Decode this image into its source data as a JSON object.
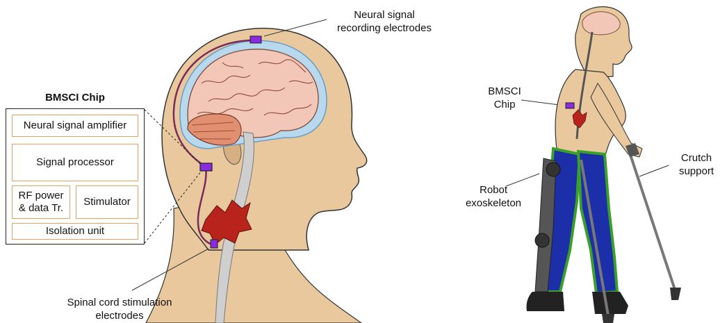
{
  "labels": {
    "neural_recording": "Neural signal\nrecording electrodes",
    "spinal_stimulation": "Spinal cord stimulation\nelectrodes",
    "bmsci_chip_right": "BMSCI\nChip",
    "robot_exoskeleton": "Robot\nexoskeleton",
    "crutch_support": "Crutch\nsupport"
  },
  "chip": {
    "title": "BMSCI Chip",
    "blocks": {
      "amplifier": "Neural signal amplifier",
      "processor": "Signal processor",
      "rf": "RF power\n& data Tr.",
      "stimulator": "Stimulator",
      "isolation": "Isolation unit"
    }
  },
  "colors": {
    "skin": "#e8c89c",
    "skin_shadow": "#d6b082",
    "brain": "#f3c7b8",
    "cerebellum": "#e09070",
    "spinal_cord": "#cfcfcf",
    "lesion": "#b8241c",
    "wire": "#7a2a5a",
    "chip": "#8a2be2",
    "csf": "#b8d8ee",
    "cell_border": "#e8a060",
    "exo_blue": "#1c2fa8",
    "exo_green": "#3aa02a"
  }
}
